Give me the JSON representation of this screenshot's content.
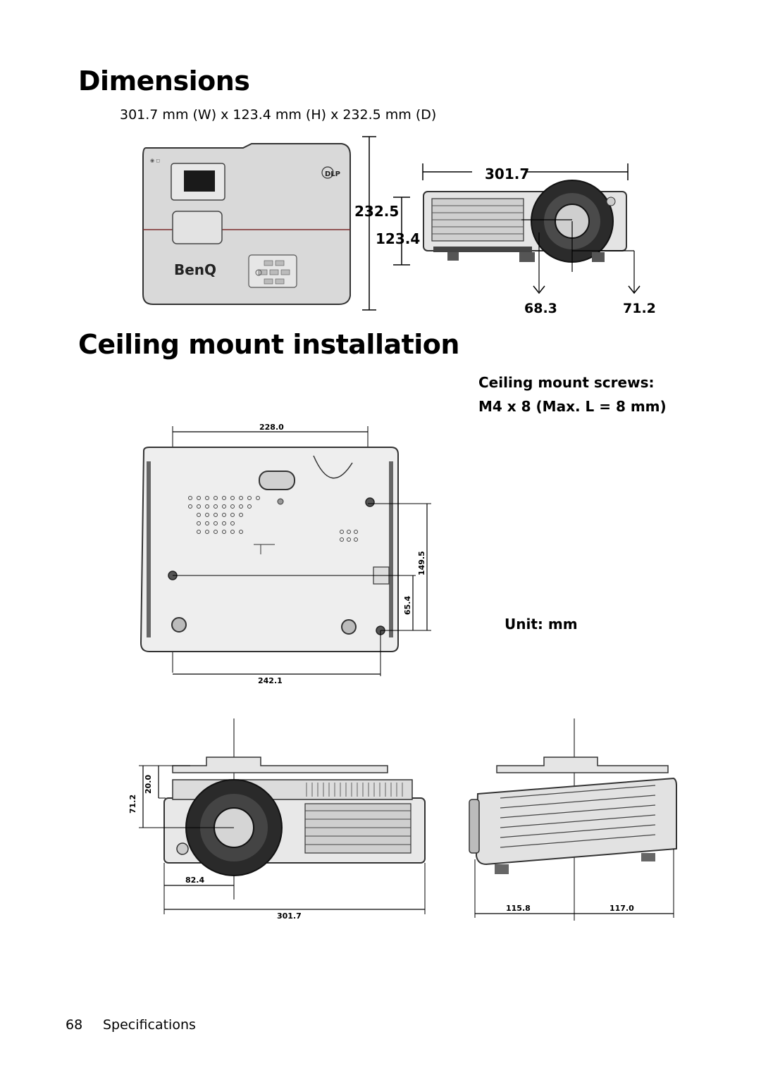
{
  "dimensions": {
    "title": "Dimensions",
    "spec": "301.7 mm (W) x 123.4 mm (H) x 232.5 mm (D)",
    "top_view": {
      "brand": "BenQ",
      "logo": "DLP"
    },
    "labels": {
      "depth": "232.5",
      "height": "123.4",
      "width": "301.7",
      "lens_center_left": "68.3",
      "lens_center_right": "71.2"
    }
  },
  "ceiling": {
    "title": "Ceiling mount installation",
    "screws_line1": "Ceiling mount screws:",
    "screws_line2": "M4 x 8 (Max. L = 8 mm)",
    "unit": "Unit: mm",
    "bottom_view": {
      "top": "228.0",
      "bottom": "242.1",
      "right_upper": "149.5",
      "right_lower": "65.4"
    },
    "front_view": {
      "left_outer": "71.2",
      "left_inner": "20.0",
      "lens_offset": "82.4",
      "width": "301.7"
    },
    "side_view": {
      "left": "115.8",
      "right": "117.0"
    }
  },
  "footer": {
    "page_number": "68",
    "section": "Specifications"
  }
}
